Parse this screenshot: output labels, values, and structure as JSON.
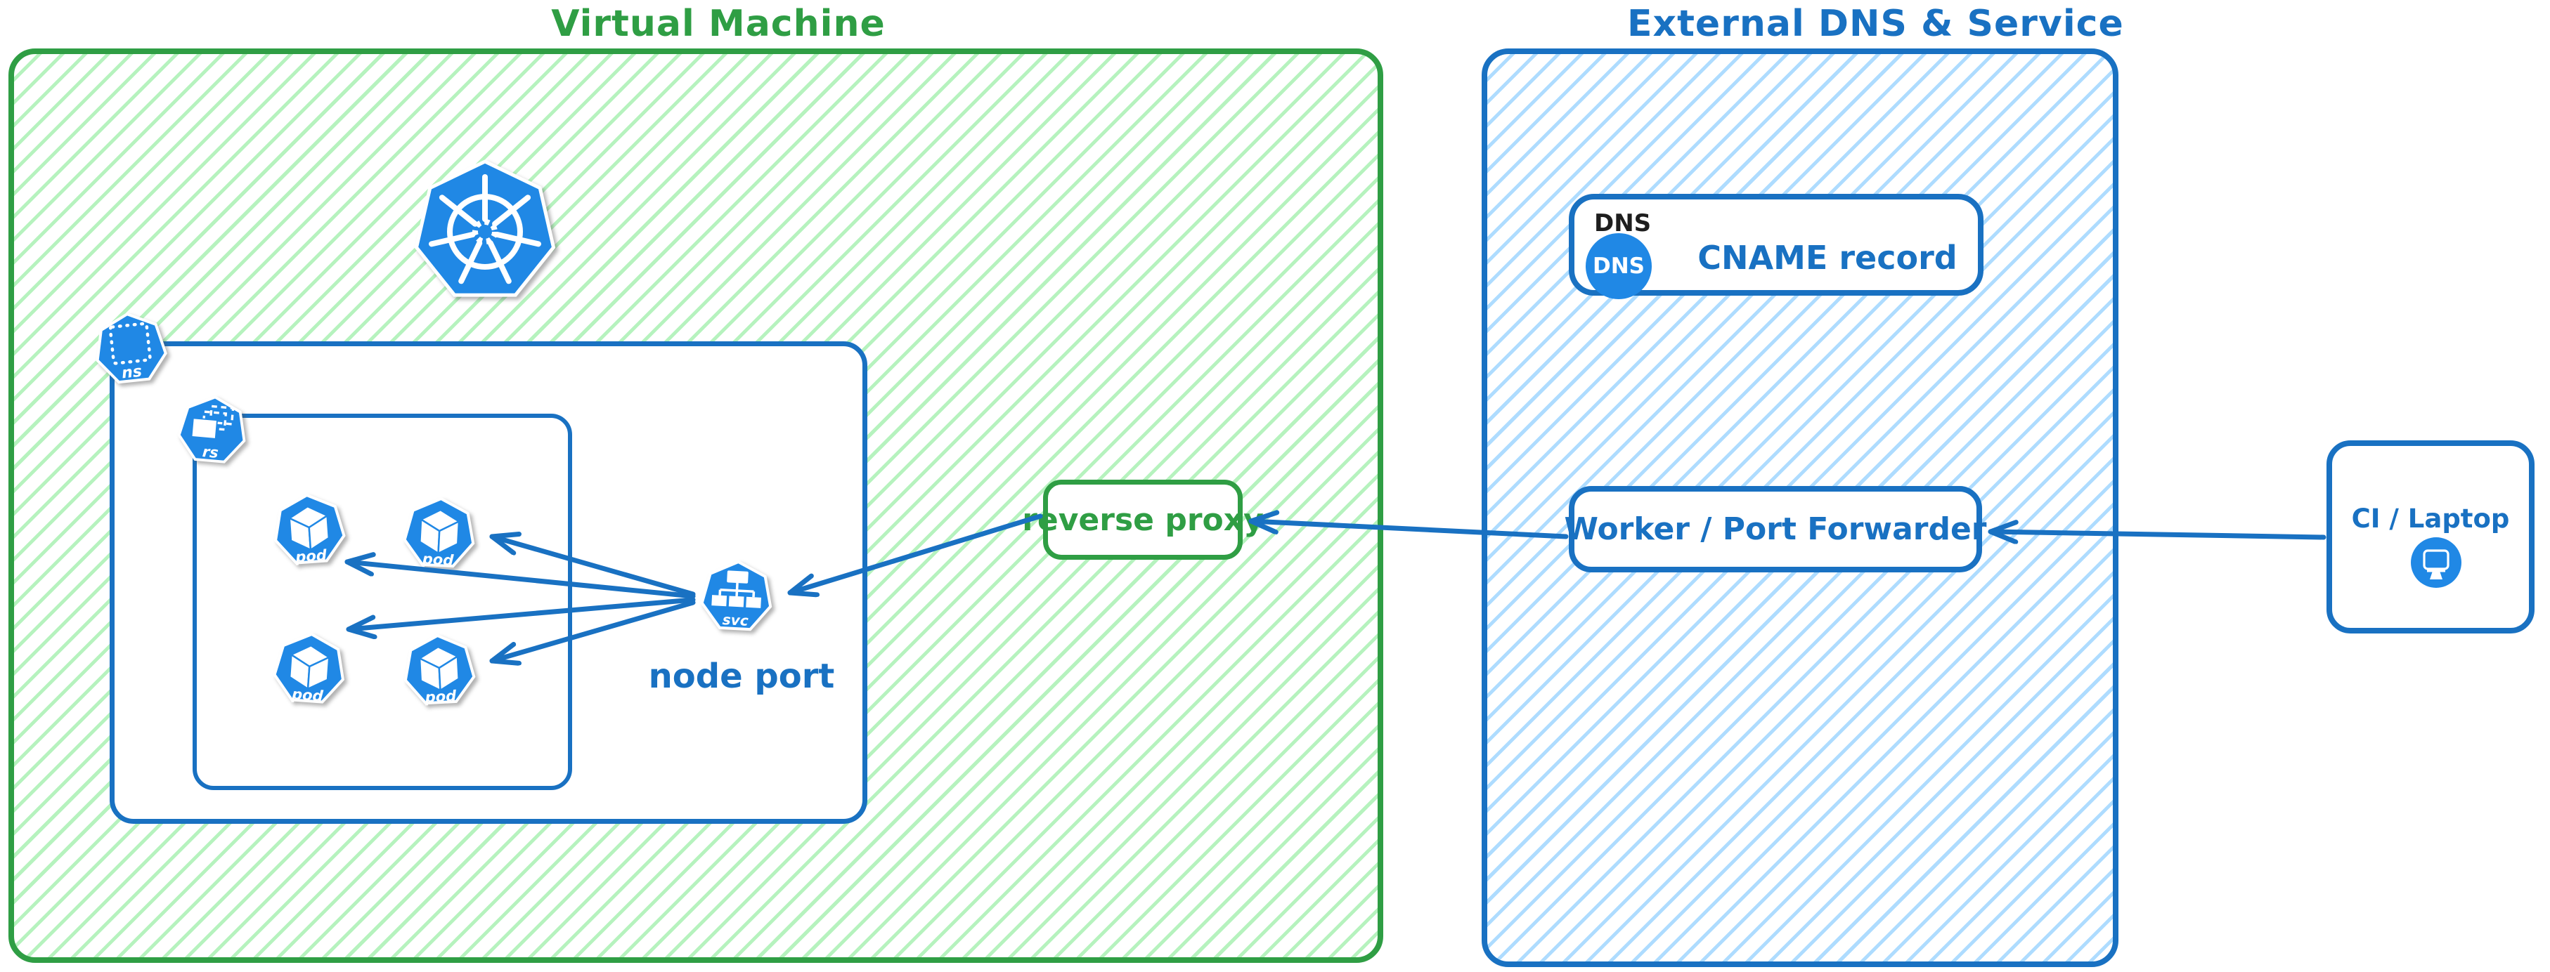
{
  "diagram": {
    "vm": {
      "title": "Virtual Machine"
    },
    "external": {
      "title": "External DNS & Service"
    },
    "k8s": {
      "logo_icon": "kubernetes-logo",
      "ns_label": "ns",
      "rs_label": "rs",
      "svc_label": "svc",
      "pods": [
        "pod",
        "pod",
        "pod",
        "pod"
      ],
      "node_port_caption": "node port"
    },
    "reverse_proxy": {
      "label": "reverse proxy"
    },
    "dns": {
      "tag": "DNS",
      "badge": "DNS",
      "record": "CNAME record"
    },
    "worker": {
      "label": "Worker / Port Forwarder"
    },
    "ci": {
      "label": "CI / Laptop",
      "icon": "monitor-icon"
    },
    "colors": {
      "green_stroke": "#2f9e44",
      "green_hatch": "#b2f2bb",
      "blue_stroke": "#1971c2",
      "blue_hatch": "#a5d8ff",
      "icon_blue": "#2088e5",
      "text_black": "#1e1e1e"
    }
  }
}
